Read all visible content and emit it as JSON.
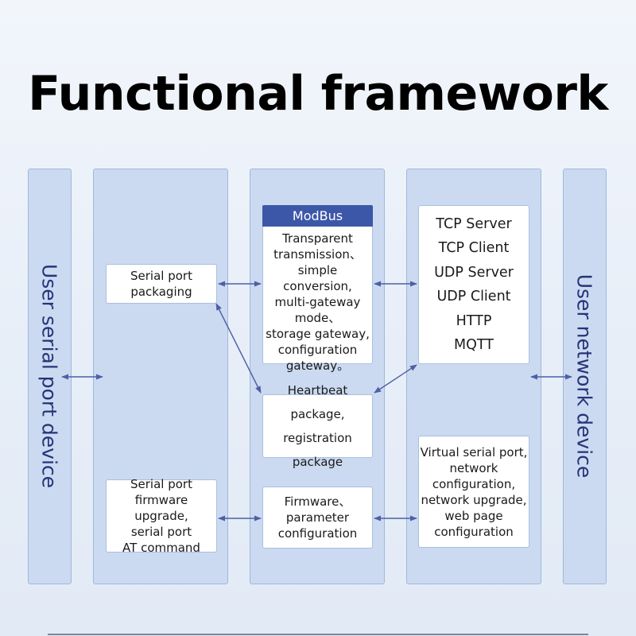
{
  "title": "Functional framework",
  "left_device": "User serial port device",
  "right_device": "User network device",
  "serial_column": {
    "packaging": [
      "Serial port",
      "packaging"
    ],
    "upgrade": [
      "Serial port",
      "firmware upgrade,",
      "serial port",
      "AT command"
    ]
  },
  "core_column": {
    "modbus_header": "ModBus",
    "modbus_body": [
      "Transparent",
      "transmission、",
      "simple conversion,",
      "multi-gateway",
      "mode、",
      "storage gateway,",
      "configuration",
      "gateway。"
    ],
    "heartbeat": [
      "Heartbeat package,",
      "registration package"
    ],
    "firmware": [
      "Firmware、",
      "parameter",
      "configuration"
    ]
  },
  "network_column": {
    "protocols": [
      "TCP Server",
      "TCP Client",
      "UDP Server",
      "UDP Client",
      "HTTP",
      "MQTT"
    ],
    "virtual": [
      "Virtual serial port,",
      "network",
      "configuration,",
      "network upgrade,",
      "web page",
      "configuration"
    ]
  },
  "colors": {
    "column_fill": "#cbdaf0",
    "column_border": "#9fb8dd",
    "box_fill": "#ffffff",
    "arrow": "#4f5fa5",
    "modbus_header": "#3d57a8",
    "vertical_text": "#26347a"
  }
}
